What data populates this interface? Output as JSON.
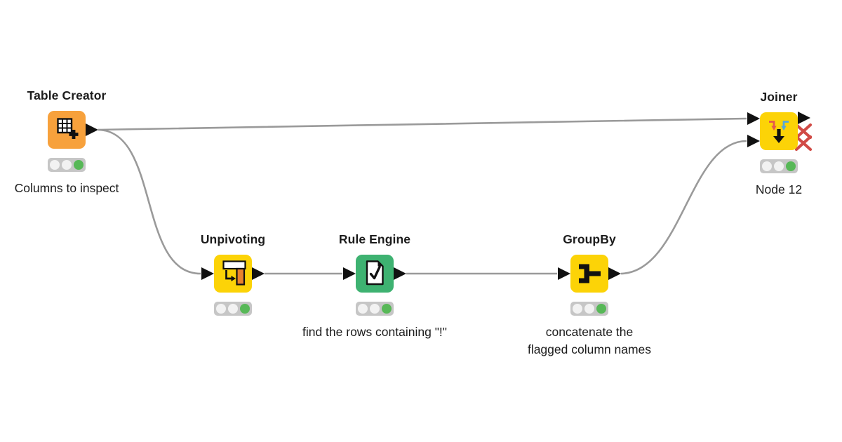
{
  "workflow": {
    "background": "#ffffff",
    "connection_color": "#9a9a9a",
    "nodes": [
      {
        "id": "table-creator",
        "title": "Table Creator",
        "annotation": "Columns to inspect",
        "color": "#F7A13C",
        "icon": "table-plus-icon",
        "status": "executed",
        "status_lights": [
          "off",
          "off",
          "green"
        ],
        "inputs": 0,
        "outputs": 1
      },
      {
        "id": "unpivoting",
        "title": "Unpivoting",
        "annotation": "",
        "color": "#FCD307",
        "icon": "unpivot-icon",
        "status": "executed",
        "status_lights": [
          "off",
          "off",
          "green"
        ],
        "inputs": 1,
        "outputs": 1
      },
      {
        "id": "rule-engine",
        "title": "Rule Engine",
        "annotation": "find the rows containing \"!\"",
        "color": "#3EB271",
        "icon": "document-check-icon",
        "status": "executed",
        "status_lights": [
          "off",
          "off",
          "green"
        ],
        "inputs": 1,
        "outputs": 1
      },
      {
        "id": "groupby",
        "title": "GroupBy",
        "annotation": "concatenate the\nflagged column names",
        "color": "#FCD307",
        "icon": "group-merge-icon",
        "status": "executed",
        "status_lights": [
          "off",
          "off",
          "green"
        ],
        "inputs": 1,
        "outputs": 1
      },
      {
        "id": "joiner",
        "title": "Joiner",
        "annotation": "Node 12",
        "color": "#FCD307",
        "icon": "join-arrows-icon",
        "status": "executed",
        "status_lights": [
          "off",
          "off",
          "green"
        ],
        "inputs": 2,
        "outputs": 1,
        "inactive_output_ports": 2
      }
    ],
    "connections": [
      {
        "from": "table-creator",
        "from_port": "out",
        "to": "joiner",
        "to_port": "in-top"
      },
      {
        "from": "table-creator",
        "from_port": "out",
        "to": "unpivoting",
        "to_port": "in"
      },
      {
        "from": "unpivoting",
        "from_port": "out",
        "to": "rule-engine",
        "to_port": "in"
      },
      {
        "from": "rule-engine",
        "from_port": "out",
        "to": "groupby",
        "to_port": "in"
      },
      {
        "from": "groupby",
        "from_port": "out",
        "to": "joiner",
        "to_port": "in-bottom"
      }
    ]
  },
  "theme": {
    "node_orange": "#F7A13C",
    "node_yellow": "#FCD307",
    "node_green": "#3EB271",
    "traffic_light_bg": "#C6C6C6",
    "light_off": "#F2F2F2",
    "light_green": "#57B857",
    "port_color": "#111111",
    "connection_gray": "#9A9A9A",
    "inactive_port_x_color": "#D14B46",
    "joiner_icon_red": "#E4574E",
    "joiner_icon_blue": "#56A8DD",
    "unpivot_icon_orange": "#E9822E"
  }
}
